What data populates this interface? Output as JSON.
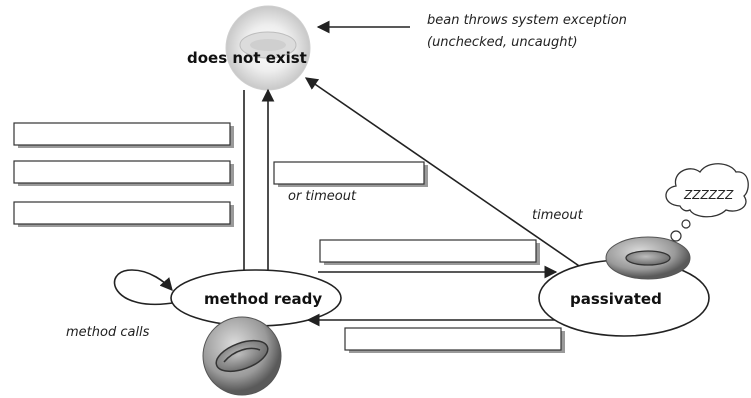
{
  "states": {
    "does_not_exist": "does not exist",
    "method_ready": "method ready",
    "passivated": "passivated"
  },
  "annotations": {
    "bean_throws_line1": "bean throws system exception",
    "bean_throws_line2": "(unchecked, uncaught)",
    "or_timeout": "or timeout",
    "timeout": "timeout",
    "method_calls": "method calls",
    "sleep_bubble": "ZZZZZZ"
  },
  "blank_boxes": [
    {
      "id": "left-1",
      "value": ""
    },
    {
      "id": "left-2",
      "value": ""
    },
    {
      "id": "left-3",
      "value": ""
    },
    {
      "id": "right-of-arrows",
      "value": ""
    },
    {
      "id": "to-passivated",
      "value": ""
    },
    {
      "id": "from-passivated",
      "value": ""
    }
  ],
  "icons": [
    "bean-icon",
    "sleeping-bean-icon",
    "sleep-thought-bubble-icon"
  ]
}
